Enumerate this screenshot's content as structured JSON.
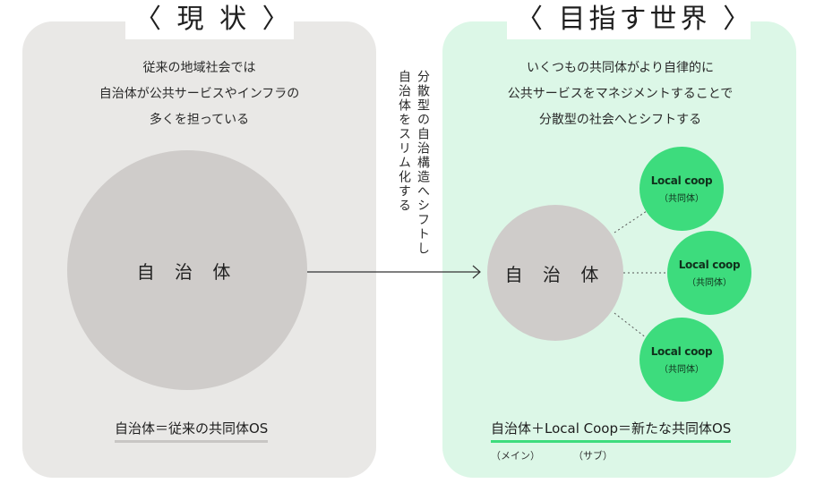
{
  "left": {
    "heading": "〈 現 状 〉",
    "description": [
      "従来の地域社会では",
      "自治体が公共サービスやインフラの",
      "多くを担っている"
    ],
    "circle_label": "自 治 体",
    "formula": "自治体＝従来の共同体OS"
  },
  "middle": {
    "vertical_text": [
      "分散型の自治構造へシフトし",
      "自治体をスリム化する"
    ]
  },
  "right": {
    "heading": "〈 目指す世界 〉",
    "description": [
      "いくつもの共同体がより自律的に",
      "公共サービスをマネジメントすることで",
      "分散型の社会へとシフトする"
    ],
    "circle_label": "自 治 体",
    "coops": [
      {
        "logo": "Local coop",
        "label": "（共同体）"
      },
      {
        "logo": "Local coop",
        "label": "（共同体）"
      },
      {
        "logo": "Local coop",
        "label": "（共同体）"
      }
    ],
    "formula": "自治体＋Local Coop＝新たな共同体OS",
    "role_main": "（メイン）",
    "role_sub": "（サブ）"
  },
  "colors": {
    "left_panel": "#e9e8e6",
    "right_panel": "#dcf7e7",
    "circle_gray": "#cfccca",
    "coop_green": "#3ddc7d"
  }
}
